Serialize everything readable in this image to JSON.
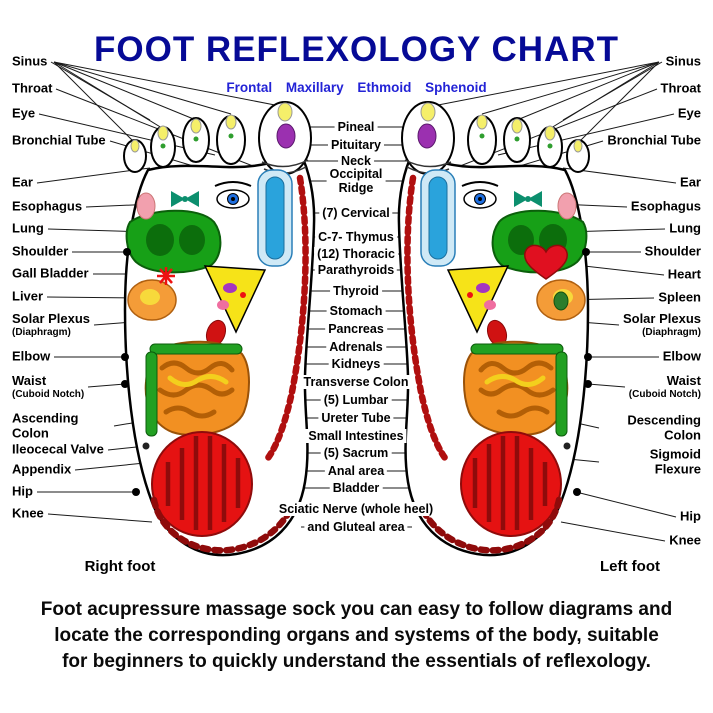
{
  "title": "FOOT REFLEXOLOGY CHART",
  "subtitle": "Frontal Maxillary Ethmoid Sphenoid",
  "captions": {
    "right_foot": "Right foot",
    "left_foot": "Left foot"
  },
  "left_labels": [
    {
      "label": "Sinus"
    },
    {
      "label": "Throat"
    },
    {
      "label": "Eye"
    },
    {
      "label": "Bronchial Tube"
    },
    {
      "label": "Ear"
    },
    {
      "label": "Esophagus"
    },
    {
      "label": "Lung"
    },
    {
      "label": "Shoulder"
    },
    {
      "label": "Gall Bladder"
    },
    {
      "label": "Liver"
    },
    {
      "label": "Solar Plexus",
      "sub": "(Diaphragm)"
    },
    {
      "label": "Elbow"
    },
    {
      "label": "Waist",
      "sub": "(Cuboid Notch)"
    },
    {
      "label": "Ascending Colon"
    },
    {
      "label": "Ileocecal Valve"
    },
    {
      "label": "Appendix"
    },
    {
      "label": "Hip"
    },
    {
      "label": "Knee"
    }
  ],
  "right_labels": [
    {
      "label": "Sinus"
    },
    {
      "label": "Throat"
    },
    {
      "label": "Eye"
    },
    {
      "label": "Bronchial Tube"
    },
    {
      "label": "Ear"
    },
    {
      "label": "Esophagus"
    },
    {
      "label": "Lung"
    },
    {
      "label": "Shoulder"
    },
    {
      "label": "Heart"
    },
    {
      "label": "Spleen"
    },
    {
      "label": "Solar Plexus",
      "sub": "(Diaphragm)"
    },
    {
      "label": "Elbow"
    },
    {
      "label": "Waist",
      "sub": "(Cuboid Notch)"
    },
    {
      "label": "Descending Colon"
    },
    {
      "label": "Sigmoid Flexure"
    },
    {
      "label": "Hip"
    },
    {
      "label": "Knee"
    }
  ],
  "center_labels": [
    "Pineal",
    "Pituitary",
    "Neck",
    "Occipital\nRidge",
    "(7) Cervical",
    "C-7- Thymus",
    "(12) Thoracic",
    "Parathyroids",
    "Thyroid",
    "Stomach",
    "Pancreas",
    "Adrenals",
    "Kidneys",
    "Transverse Colon",
    "(5) Lumbar",
    "Ureter Tube",
    "Small Intestines",
    "(5) Sacrum",
    "Anal area",
    "Bladder",
    "Sciatic Nerve (whole heel)",
    "and Gluteal area"
  ],
  "footer": {
    "line1": "Foot acupressure massage sock you can easy to follow diagrams and",
    "line2": "locate the corresponding organs and systems of the body, suitable",
    "line3": "for beginners to quickly understand the essentials of reflexology."
  },
  "colors": {
    "title": "#060a96",
    "subtitle": "#2323d6",
    "lung_green": "#17a017",
    "intestine_orange": "#f29022",
    "heel_red": "#e51212",
    "spine_red": "#b00f0f",
    "strip_blue": "#2aa3dc",
    "zone_yellow": "#f6e318"
  }
}
